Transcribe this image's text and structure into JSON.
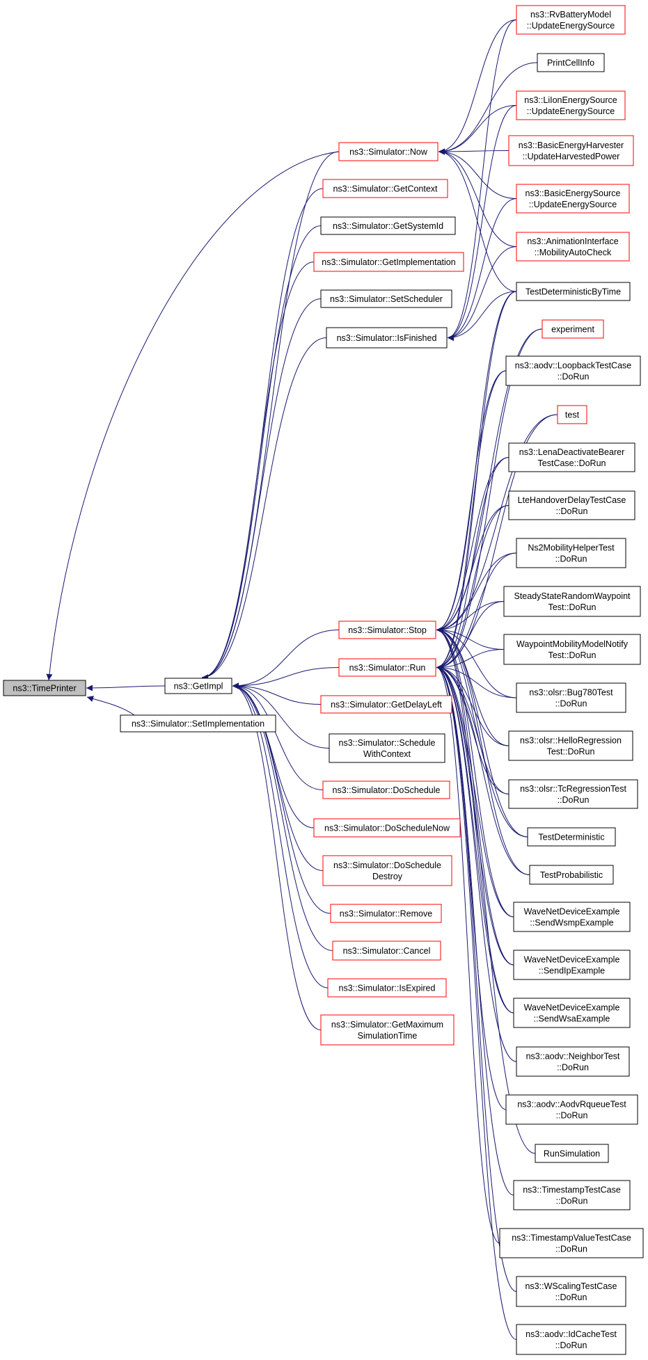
{
  "colors": {
    "edge": "#191970",
    "border_normal": "#000000",
    "border_truncated": "#ff0000",
    "fill_normal": "#ffffff",
    "fill_focus": "#bfbfbf"
  },
  "nodes": [
    {
      "id": "timeprinter",
      "lines": [
        "ns3::TimePrinter"
      ],
      "style": "focus"
    },
    {
      "id": "getimpl",
      "lines": [
        "ns3::GetImpl"
      ],
      "style": "normal"
    },
    {
      "id": "setimplementation",
      "lines": [
        "ns3::Simulator::SetImplementation"
      ],
      "style": "normal"
    },
    {
      "id": "now",
      "lines": [
        "ns3::Simulator::Now"
      ],
      "style": "truncated"
    },
    {
      "id": "getcontext",
      "lines": [
        "ns3::Simulator::GetContext"
      ],
      "style": "truncated"
    },
    {
      "id": "getsystemid",
      "lines": [
        "ns3::Simulator::GetSystemId"
      ],
      "style": "normal"
    },
    {
      "id": "getimplementation",
      "lines": [
        "ns3::Simulator::GetImplementation"
      ],
      "style": "truncated"
    },
    {
      "id": "setscheduler",
      "lines": [
        "ns3::Simulator::SetScheduler"
      ],
      "style": "normal"
    },
    {
      "id": "isfinished",
      "lines": [
        "ns3::Simulator::IsFinished"
      ],
      "style": "normal"
    },
    {
      "id": "stop",
      "lines": [
        "ns3::Simulator::Stop"
      ],
      "style": "truncated"
    },
    {
      "id": "run",
      "lines": [
        "ns3::Simulator::Run"
      ],
      "style": "truncated"
    },
    {
      "id": "getdelayleft",
      "lines": [
        "ns3::Simulator::GetDelayLeft"
      ],
      "style": "truncated"
    },
    {
      "id": "schedulewithcontext",
      "lines": [
        "ns3::Simulator::Schedule",
        "WithContext"
      ],
      "style": "normal"
    },
    {
      "id": "doschedule",
      "lines": [
        "ns3::Simulator::DoSchedule"
      ],
      "style": "truncated"
    },
    {
      "id": "doschedulenow",
      "lines": [
        "ns3::Simulator::DoScheduleNow"
      ],
      "style": "truncated"
    },
    {
      "id": "doscheduledestroy",
      "lines": [
        "ns3::Simulator::DoSchedule",
        "Destroy"
      ],
      "style": "truncated"
    },
    {
      "id": "remove",
      "lines": [
        "ns3::Simulator::Remove"
      ],
      "style": "truncated"
    },
    {
      "id": "cancel",
      "lines": [
        "ns3::Simulator::Cancel"
      ],
      "style": "truncated"
    },
    {
      "id": "isexpired",
      "lines": [
        "ns3::Simulator::IsExpired"
      ],
      "style": "truncated"
    },
    {
      "id": "getmaximumsimulationtime",
      "lines": [
        "ns3::Simulator::GetMaximum",
        "SimulationTime"
      ],
      "style": "truncated"
    },
    {
      "id": "rvbatterymodel",
      "lines": [
        "ns3::RvBatteryModel",
        "::UpdateEnergySource"
      ],
      "style": "truncated"
    },
    {
      "id": "printcellinfo",
      "lines": [
        "PrintCellInfo"
      ],
      "style": "normal"
    },
    {
      "id": "lionenergysource",
      "lines": [
        "ns3::LiIonEnergySource",
        "::UpdateEnergySource"
      ],
      "style": "truncated"
    },
    {
      "id": "basicenergyharvester",
      "lines": [
        "ns3::BasicEnergyHarvester",
        "::UpdateHarvestedPower"
      ],
      "style": "truncated"
    },
    {
      "id": "basicenergysource",
      "lines": [
        "ns3::BasicEnergySource",
        "::UpdateEnergySource"
      ],
      "style": "truncated"
    },
    {
      "id": "animationinterface",
      "lines": [
        "ns3::AnimationInterface",
        "::MobilityAutoCheck"
      ],
      "style": "truncated"
    },
    {
      "id": "testdeterministicbytime",
      "lines": [
        "TestDeterministicByTime"
      ],
      "style": "normal"
    },
    {
      "id": "experiment",
      "lines": [
        "experiment"
      ],
      "style": "truncated"
    },
    {
      "id": "loopbacktestcase",
      "lines": [
        "ns3::aodv::LoopbackTestCase",
        "::DoRun"
      ],
      "style": "normal"
    },
    {
      "id": "test",
      "lines": [
        "test"
      ],
      "style": "truncated"
    },
    {
      "id": "lenadeactivatebearer",
      "lines": [
        "ns3::LenaDeactivateBearer",
        "TestCase::DoRun"
      ],
      "style": "normal"
    },
    {
      "id": "ltehandoverdelay",
      "lines": [
        "LteHandoverDelayTestCase",
        "::DoRun"
      ],
      "style": "normal"
    },
    {
      "id": "ns2mobilityhelper",
      "lines": [
        "Ns2MobilityHelperTest",
        "::DoRun"
      ],
      "style": "normal"
    },
    {
      "id": "steadystaterandomwaypoint",
      "lines": [
        "SteadyStateRandomWaypoint",
        "Test::DoRun"
      ],
      "style": "normal"
    },
    {
      "id": "waypointmobilitymodelnotify",
      "lines": [
        "WaypointMobilityModelNotify",
        "Test::DoRun"
      ],
      "style": "normal"
    },
    {
      "id": "bug780test",
      "lines": [
        "ns3::olsr::Bug780Test",
        "::DoRun"
      ],
      "style": "normal"
    },
    {
      "id": "helloregression",
      "lines": [
        "ns3::olsr::HelloRegression",
        "Test::DoRun"
      ],
      "style": "normal"
    },
    {
      "id": "tcregression",
      "lines": [
        "ns3::olsr::TcRegressionTest",
        "::DoRun"
      ],
      "style": "normal"
    },
    {
      "id": "testdeterministic",
      "lines": [
        "TestDeterministic"
      ],
      "style": "normal"
    },
    {
      "id": "testprobabilistic",
      "lines": [
        "TestProbabilistic"
      ],
      "style": "normal"
    },
    {
      "id": "sendwsmp",
      "lines": [
        "WaveNetDeviceExample",
        "::SendWsmpExample"
      ],
      "style": "normal"
    },
    {
      "id": "sendip",
      "lines": [
        "WaveNetDeviceExample",
        "::SendIpExample"
      ],
      "style": "normal"
    },
    {
      "id": "sendwsa",
      "lines": [
        "WaveNetDeviceExample",
        "::SendWsaExample"
      ],
      "style": "normal"
    },
    {
      "id": "neighbortest",
      "lines": [
        "ns3::aodv::NeighborTest",
        "::DoRun"
      ],
      "style": "normal"
    },
    {
      "id": "aodvrqueuetest",
      "lines": [
        "ns3::aodv::AodvRqueueTest",
        "::DoRun"
      ],
      "style": "normal"
    },
    {
      "id": "runsimulation",
      "lines": [
        "RunSimulation"
      ],
      "style": "normal"
    },
    {
      "id": "timestamptestcase",
      "lines": [
        "ns3::TimestampTestCase",
        "::DoRun"
      ],
      "style": "normal"
    },
    {
      "id": "timestampvaluetestcase",
      "lines": [
        "ns3::TimestampValueTestCase",
        "::DoRun"
      ],
      "style": "normal"
    },
    {
      "id": "wscalingtestcase",
      "lines": [
        "ns3::WScalingTestCase",
        "::DoRun"
      ],
      "style": "normal"
    },
    {
      "id": "idcachetest",
      "lines": [
        "ns3::aodv::IdCacheTest",
        "::DoRun"
      ],
      "style": "normal"
    }
  ],
  "edges": [
    {
      "from": "getimpl",
      "to": "timeprinter"
    },
    {
      "from": "setimplementation",
      "to": "timeprinter"
    },
    {
      "from": "now",
      "to": "timeprinter"
    },
    {
      "from": "now",
      "to": "getimpl"
    },
    {
      "from": "getcontext",
      "to": "getimpl"
    },
    {
      "from": "getsystemid",
      "to": "getimpl"
    },
    {
      "from": "getimplementation",
      "to": "getimpl"
    },
    {
      "from": "setscheduler",
      "to": "getimpl"
    },
    {
      "from": "isfinished",
      "to": "getimpl"
    },
    {
      "from": "stop",
      "to": "getimpl"
    },
    {
      "from": "run",
      "to": "getimpl"
    },
    {
      "from": "getdelayleft",
      "to": "getimpl"
    },
    {
      "from": "schedulewithcontext",
      "to": "getimpl"
    },
    {
      "from": "doschedule",
      "to": "getimpl"
    },
    {
      "from": "doschedulenow",
      "to": "getimpl"
    },
    {
      "from": "doscheduledestroy",
      "to": "getimpl"
    },
    {
      "from": "remove",
      "to": "getimpl"
    },
    {
      "from": "cancel",
      "to": "getimpl"
    },
    {
      "from": "isexpired",
      "to": "getimpl"
    },
    {
      "from": "getmaximumsimulationtime",
      "to": "getimpl"
    },
    {
      "from": "rvbatterymodel",
      "to": "now"
    },
    {
      "from": "printcellinfo",
      "to": "now"
    },
    {
      "from": "lionenergysource",
      "to": "now"
    },
    {
      "from": "basicenergyharvester",
      "to": "now"
    },
    {
      "from": "basicenergysource",
      "to": "now"
    },
    {
      "from": "animationinterface",
      "to": "now"
    },
    {
      "from": "testdeterministicbytime",
      "to": "now"
    },
    {
      "from": "rvbatterymodel",
      "to": "isfinished"
    },
    {
      "from": "lionenergysource",
      "to": "isfinished"
    },
    {
      "from": "basicenergysource",
      "to": "isfinished"
    },
    {
      "from": "animationinterface",
      "to": "isfinished"
    },
    {
      "from": "testdeterministicbytime",
      "to": "isfinished"
    },
    {
      "from": "testdeterministicbytime",
      "to": "stop"
    },
    {
      "from": "experiment",
      "to": "stop"
    },
    {
      "from": "loopbacktestcase",
      "to": "stop"
    },
    {
      "from": "test",
      "to": "stop"
    },
    {
      "from": "lenadeactivatebearer",
      "to": "stop"
    },
    {
      "from": "ltehandoverdelay",
      "to": "stop"
    },
    {
      "from": "ns2mobilityhelper",
      "to": "stop"
    },
    {
      "from": "steadystaterandomwaypoint",
      "to": "stop"
    },
    {
      "from": "waypointmobilitymodelnotify",
      "to": "stop"
    },
    {
      "from": "bug780test",
      "to": "stop"
    },
    {
      "from": "helloregression",
      "to": "stop"
    },
    {
      "from": "tcregression",
      "to": "stop"
    },
    {
      "from": "testdeterministic",
      "to": "stop"
    },
    {
      "from": "testprobabilistic",
      "to": "stop"
    },
    {
      "from": "sendwsmp",
      "to": "stop"
    },
    {
      "from": "sendip",
      "to": "stop"
    },
    {
      "from": "sendwsa",
      "to": "stop"
    },
    {
      "from": "testdeterministicbytime",
      "to": "run"
    },
    {
      "from": "experiment",
      "to": "run"
    },
    {
      "from": "loopbacktestcase",
      "to": "run"
    },
    {
      "from": "test",
      "to": "run"
    },
    {
      "from": "lenadeactivatebearer",
      "to": "run"
    },
    {
      "from": "ltehandoverdelay",
      "to": "run"
    },
    {
      "from": "ns2mobilityhelper",
      "to": "run"
    },
    {
      "from": "steadystaterandomwaypoint",
      "to": "run"
    },
    {
      "from": "waypointmobilitymodelnotify",
      "to": "run"
    },
    {
      "from": "bug780test",
      "to": "run"
    },
    {
      "from": "helloregression",
      "to": "run"
    },
    {
      "from": "tcregression",
      "to": "run"
    },
    {
      "from": "testdeterministic",
      "to": "run"
    },
    {
      "from": "testprobabilistic",
      "to": "run"
    },
    {
      "from": "sendwsmp",
      "to": "run"
    },
    {
      "from": "sendip",
      "to": "run"
    },
    {
      "from": "sendwsa",
      "to": "run"
    },
    {
      "from": "neighbortest",
      "to": "run"
    },
    {
      "from": "aodvrqueuetest",
      "to": "run"
    },
    {
      "from": "runsimulation",
      "to": "run"
    },
    {
      "from": "timestamptestcase",
      "to": "run"
    },
    {
      "from": "timestampvaluetestcase",
      "to": "run"
    },
    {
      "from": "wscalingtestcase",
      "to": "run"
    },
    {
      "from": "idcachetest",
      "to": "run"
    }
  ]
}
